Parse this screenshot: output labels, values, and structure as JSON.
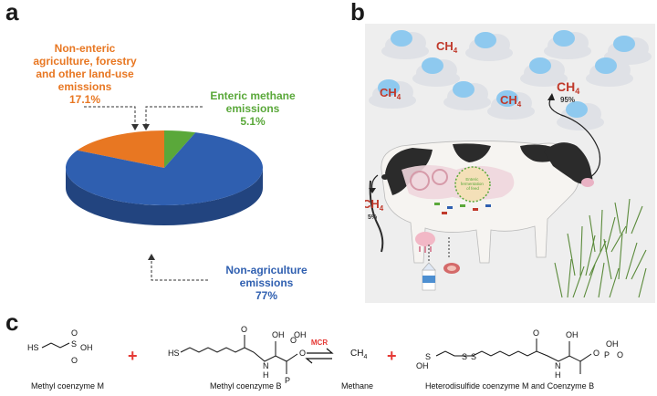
{
  "panels": {
    "a": "a",
    "b": "b",
    "c": "c"
  },
  "colors": {
    "non_agri": "#2f5fb0",
    "non_enteric": "#e87722",
    "enteric": "#5aa83a",
    "ch4_red": "#c0392b",
    "mcr_red": "#e53935"
  },
  "chart_data": {
    "type": "pie",
    "title": "",
    "slices": [
      {
        "label": "Non-agriculture emissions",
        "value": 77,
        "value_label": "77%",
        "color": "#2f5fb0"
      },
      {
        "label": "Non-enteric agriculture, forestry and other land-use emissions",
        "value": 17.1,
        "value_label": "17.1%",
        "color": "#e87722"
      },
      {
        "label": "Enteric methane emissions",
        "value": 5.1,
        "value_label": "5.1%",
        "color": "#5aa83a"
      }
    ],
    "annotations": {
      "non_enteric": [
        "Non-enteric",
        "agriculture, forestry",
        "and other land-use",
        "emissions",
        "17.1%"
      ],
      "enteric": [
        "Enteric methane",
        "emissions",
        "5.1%"
      ],
      "non_agri": [
        "Non-agriculture",
        "emissions",
        "77%"
      ]
    }
  },
  "panel_b": {
    "ch4": "CH",
    "sub4": "4",
    "pct_95": "95%",
    "pct_5": "5%",
    "enteric_bubble": [
      "Enteric",
      "fermentation",
      "of feed"
    ]
  },
  "panel_c": {
    "mcr": "MCR",
    "methane_formula": "CH",
    "sub4": "4",
    "captions": {
      "methyl_m": "Methyl coenzyme M",
      "methyl_b": "Methyl coenzyme B",
      "methane": "Methane",
      "hetero": "Heterodisulfide coenzyme M and Coenzyme B"
    },
    "atoms": {
      "hs": "HS",
      "s": "S",
      "oh": "OH",
      "o": "O",
      "p": "P",
      "h": "H",
      "n": "N"
    }
  }
}
